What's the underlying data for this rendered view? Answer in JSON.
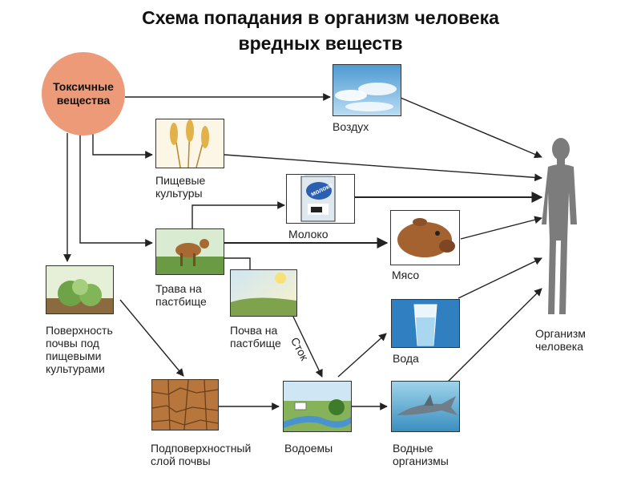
{
  "title": {
    "line1": "Схема попадания в организм человека",
    "line2": "вредных веществ"
  },
  "nodes": {
    "toxic": "Токсичные вещества",
    "air": "Воздух",
    "crops_l1": "Пищевые",
    "crops_l2": "культуры",
    "milk": "Молоко",
    "milk_carton": "молоко",
    "grass_l1": "Трава на",
    "grass_l2": "пастбище",
    "meat": "Мясо",
    "soil_surface_l1": "Поверхность",
    "soil_surface_l2": "почвы под",
    "soil_surface_l3": "пищевыми",
    "soil_surface_l4": "культурами",
    "pasture_soil_l1": "Почва на",
    "pasture_soil_l2": "пастбище",
    "runoff": "Сток",
    "water": "Вода",
    "subsoil_l1": "Подповерхностный",
    "subsoil_l2": "слой почвы",
    "reservoirs": "Водоемы",
    "aquatic_l1": "Водные",
    "aquatic_l2": "организмы",
    "human_l1": "Организм",
    "human_l2": "человека"
  },
  "colors": {
    "toxic_circle": "#ec9a78",
    "arrow": "#222222",
    "human": "#7c7c7c",
    "sky": "#6fb3dd",
    "water_panel": "#3a86c8"
  }
}
